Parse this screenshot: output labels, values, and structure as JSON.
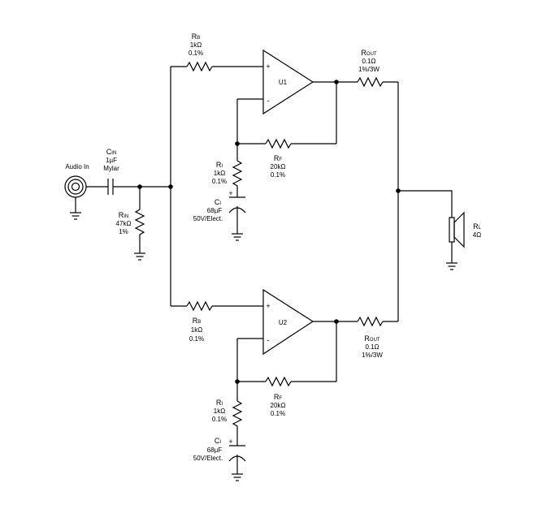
{
  "audio_in": "Audio In",
  "cin": {
    "name_main": "C",
    "name_sub": "IN",
    "value": "1µF",
    "type": "Mylar"
  },
  "rin": {
    "name_main": "R",
    "name_sub": "IN",
    "value": "47kΩ",
    "tol": "1%"
  },
  "u1": {
    "label": "U1",
    "plus": "+",
    "minus": "-",
    "rb": {
      "name_main": "R",
      "name_sub": "B",
      "value": "1kΩ",
      "tol": "0.1%"
    },
    "ri": {
      "name_main": "R",
      "name_sub": "I",
      "value": "1kΩ",
      "tol": "0.1%"
    },
    "rf": {
      "name_main": "R",
      "name_sub": "F",
      "value": "20kΩ",
      "tol": "0.1%"
    },
    "ci": {
      "name_main": "C",
      "name_sub": "I",
      "value": "68µF",
      "type": "50V/Elect.",
      "plus": "+"
    },
    "rout": {
      "name_main": "R",
      "name_sub": "OUT",
      "value": "0.1Ω",
      "rating": "1%/3W"
    }
  },
  "u2": {
    "label": "U2",
    "plus": "+",
    "minus": "-",
    "rb": {
      "name_main": "R",
      "name_sub": "B",
      "value": "1kΩ",
      "tol": "0.1%"
    },
    "ri": {
      "name_main": "R",
      "name_sub": "I",
      "value": "1kΩ",
      "tol": "0.1%"
    },
    "rf": {
      "name_main": "R",
      "name_sub": "F",
      "value": "20kΩ",
      "tol": "0.1%"
    },
    "ci": {
      "name_main": "C",
      "name_sub": "I",
      "value": "68µF",
      "type": "50V/Elect.",
      "plus": "+"
    },
    "rout": {
      "name_main": "R",
      "name_sub": "OUT",
      "value": "0.1Ω",
      "rating": "1%/3W"
    }
  },
  "rl": {
    "name_main": "R",
    "name_sub": "L",
    "value": "4Ω"
  }
}
